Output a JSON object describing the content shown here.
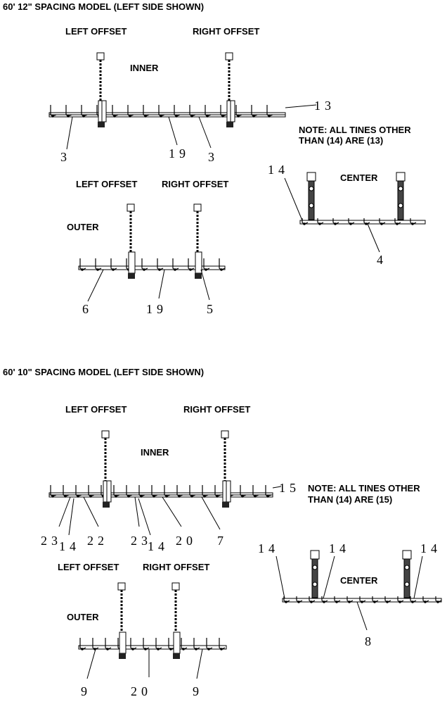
{
  "sections": [
    {
      "title": "60' 12\" SPACING MODEL (LEFT SIDE SHOWN)",
      "inner": {
        "left_offset": "LEFT OFFSET",
        "right_offset": "RIGHT OFFSET",
        "label": "INNER",
        "callouts": [
          "13",
          "3",
          "19",
          "3"
        ]
      },
      "note_line1": "NOTE: ALL TINES OTHER",
      "note_line2": "THAN (14) ARE (13)",
      "center": {
        "label": "CENTER",
        "callouts": [
          "14",
          "4"
        ]
      },
      "outer": {
        "left_offset": "LEFT OFFSET",
        "right_offset": "RIGHT OFFSET",
        "label": "OUTER",
        "callouts": [
          "6",
          "19",
          "5"
        ]
      }
    },
    {
      "title": "60' 10\" SPACING MODEL (LEFT SIDE SHOWN)",
      "inner": {
        "left_offset": "LEFT OFFSET",
        "right_offset": "RIGHT OFFSET",
        "label": "INNER",
        "callouts": [
          "15",
          "23",
          "14",
          "22",
          "23",
          "14",
          "20",
          "7"
        ]
      },
      "note_line1": "NOTE: ALL TINES OTHER",
      "note_line2": "THAN (14) ARE (15)",
      "center": {
        "label": "CENTER",
        "callouts": [
          "14",
          "14",
          "14",
          "8"
        ]
      },
      "outer": {
        "left_offset": "LEFT OFFSET",
        "right_offset": "RIGHT OFFSET",
        "label": "OUTER",
        "callouts": [
          "9",
          "20",
          "9"
        ]
      }
    }
  ]
}
